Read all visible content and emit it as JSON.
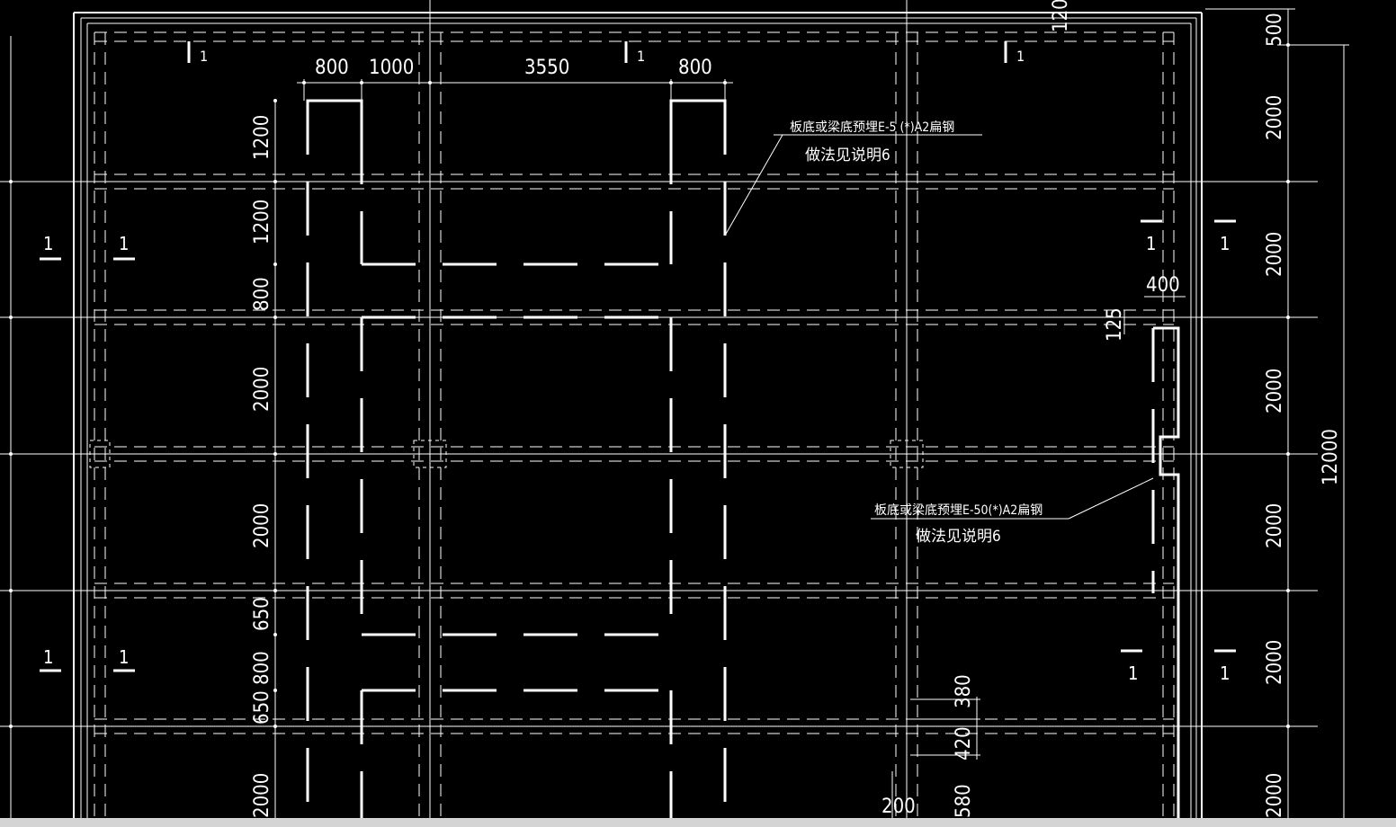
{
  "dimensions": {
    "top_800_a": "800",
    "top_1000": "1000",
    "top_3550": "3550",
    "top_800_b": "800",
    "left_1200_a": "1200",
    "left_1200_b": "1200",
    "left_800": "800",
    "left_2000_a": "2000",
    "left_2000_b": "2000",
    "left_650": "650",
    "left_800_b": "800",
    "left_650_b": "650",
    "left_2000_c": "2000",
    "right_500": "500",
    "right_2000_a": "2000",
    "right_2000_b": "2000",
    "right_2000_c": "2000",
    "right_2000_d": "2000",
    "right_2000_e": "2000",
    "right_2000_f": "2000",
    "overall_12000": "12000",
    "top_120": "120",
    "dim_400": "400",
    "dim_125": "125",
    "dim_380": "380",
    "dim_420": "420",
    "dim_580": "580",
    "dim_200": "200"
  },
  "annotations": {
    "note1_line1": "板底或梁底预埋E-5 (*)A2扁钢",
    "note1_line2": "做法见说明6",
    "note2_line1": "板底或梁底预埋E-50(*)A2扁钢",
    "note2_line2": "做法见说明6"
  },
  "section_marks": {
    "label": "1"
  },
  "colors": {
    "background": "#000000",
    "lines": "#ffffff",
    "statusbar": "#d4d4d4"
  }
}
